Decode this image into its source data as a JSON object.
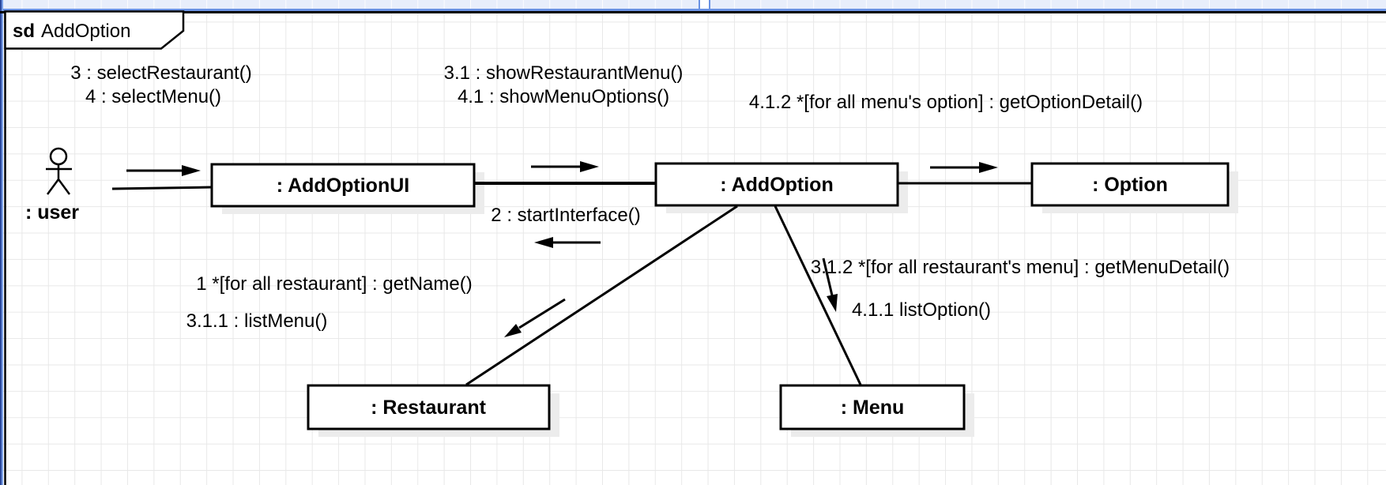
{
  "canvas": {
    "page_band_color": "#e8eefb",
    "page_border_color": "#6a92e3",
    "grid_color": "#e8e8e8",
    "shadow_color": "#ececec"
  },
  "frame": {
    "keyword": "sd",
    "title": "AddOption"
  },
  "actor": {
    "label": ": user"
  },
  "objects": {
    "addoptionui": {
      "label": ": AddOptionUI"
    },
    "addoption": {
      "label": ": AddOption"
    },
    "option": {
      "label": ": Option"
    },
    "restaurant": {
      "label": ": Restaurant"
    },
    "menu": {
      "label": ": Menu"
    }
  },
  "messages": {
    "m1": {
      "label": "1 *[for all restaurant] : getName()"
    },
    "m2": {
      "label": "2 : startInterface()"
    },
    "m3": {
      "label": "3 : selectRestaurant()"
    },
    "m4": {
      "label": "4 : selectMenu()"
    },
    "m31": {
      "label": "3.1 : showRestaurantMenu()"
    },
    "m41": {
      "label": "4.1 : showMenuOptions()"
    },
    "m311": {
      "label": "3.1.1 : listMenu()"
    },
    "m312": {
      "label": "3.1.2 *[for all restaurant's menu] : getMenuDetail()"
    },
    "m411": {
      "label": "4.1.1 listOption()"
    },
    "m412": {
      "label": "4.1.2 *[for all menu's option] : getOptionDetail()"
    }
  }
}
